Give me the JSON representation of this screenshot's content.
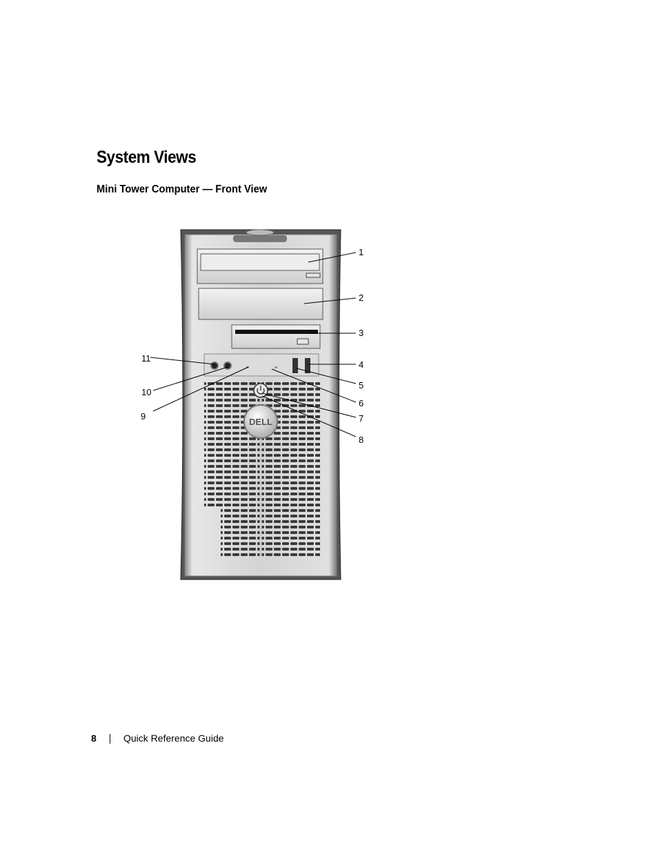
{
  "page": {
    "title": "System Views",
    "subtitle": "Mini Tower Computer — Front View"
  },
  "figure": {
    "logo_text": "DELL",
    "callouts": [
      "1",
      "2",
      "3",
      "4",
      "5",
      "6",
      "7",
      "8",
      "9",
      "10",
      "11"
    ]
  },
  "footer": {
    "page_number": "8",
    "guide_title": "Quick Reference Guide"
  }
}
